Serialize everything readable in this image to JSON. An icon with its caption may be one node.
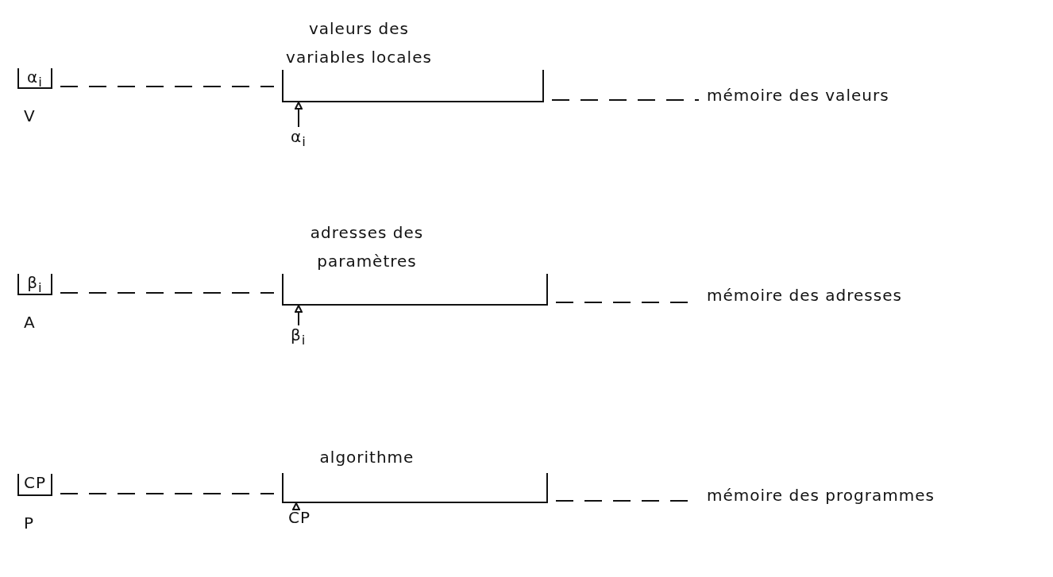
{
  "diagram": {
    "nodes": [
      {
        "text": [
          "α$_{i}$"
        ],
        "beside": [
          "V"
        ]
      },
      {
        "text": [
          "valeurs des variables locales"
        ]
      },
      {
        "text": [
          "mémoire des valeurs"
        ]
      },
      {
        "text": [
          "α$_{i}$"
        ]
      },
      {
        "text": [
          "β$_{i}$"
        ],
        "beside": [
          "A"
        ]
      },
      {
        "text": [
          "adresses des paramètres"
        ]
      },
      {
        "text": [
          "mémoire des adresses"
        ]
      },
      {
        "text": [
          "β$_{i}$"
        ]
      },
      {
        "text": [
          "CP"
        ],
        "beside": [
          "P"
        ]
      },
      {
        "text": [
          "algorithme"
        ]
      },
      {
        "text": [
          "mémoire des programmes"
        ]
      },
      {
        "text": [
          "CP"
        ]
      }
    ],
    "edges": [
      {
        "from": 0,
        "to": 1,
        "arrow": "none",
        "style": "dashed"
      },
      {
        "from": 1,
        "to": 2,
        "arrow": "none",
        "style": "dashed"
      },
      {
        "from": 3,
        "to": 1,
        "arrow": "to"
      },
      {
        "from": 4,
        "to": 5,
        "arrow": "none",
        "style": "dashed"
      },
      {
        "from": 5,
        "to": 6,
        "arrow": "none",
        "style": "dashed"
      },
      {
        "from": 7,
        "to": 5,
        "arrow": "to"
      },
      {
        "from": 8,
        "to": 9,
        "arrow": "none",
        "style": "dashed"
      },
      {
        "from": 9,
        "to": 10,
        "arrow": "none",
        "style": "dashed"
      },
      {
        "from": 11,
        "to": 9,
        "arrow": "to"
      }
    ]
  }
}
